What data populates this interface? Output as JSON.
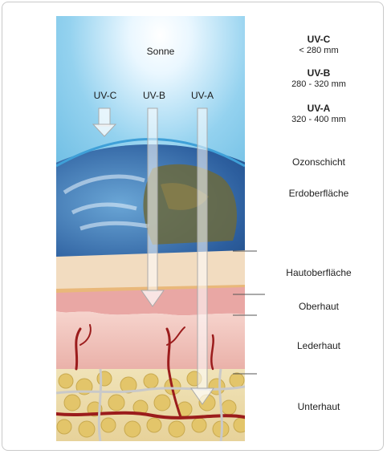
{
  "illustration": {
    "sun_label": "Sonne",
    "ray_labels": [
      "UV-C",
      "UV-B",
      "UV-A"
    ]
  },
  "legend": {
    "uvc": {
      "name": "UV-C",
      "range": "< 280 mm"
    },
    "uvb": {
      "name": "UV-B",
      "range": "280 - 320 mm"
    },
    "uva": {
      "name": "UV-A",
      "range": "320 - 400 mm"
    },
    "layers": [
      "Ozonschicht",
      "Erdoberfläche",
      "Hautoberfläche",
      "Oberhaut",
      "Lederhaut",
      "Unterhaut"
    ]
  },
  "colors": {
    "sky": "#7fc6e8",
    "ozone": "#3fa0d8",
    "skin_surface": "#f2dcc0",
    "epidermis": "#e9a7a4",
    "dermis": "#f2c2bb",
    "fat": "#e8d27a",
    "vessel": "#9b1c1c"
  }
}
